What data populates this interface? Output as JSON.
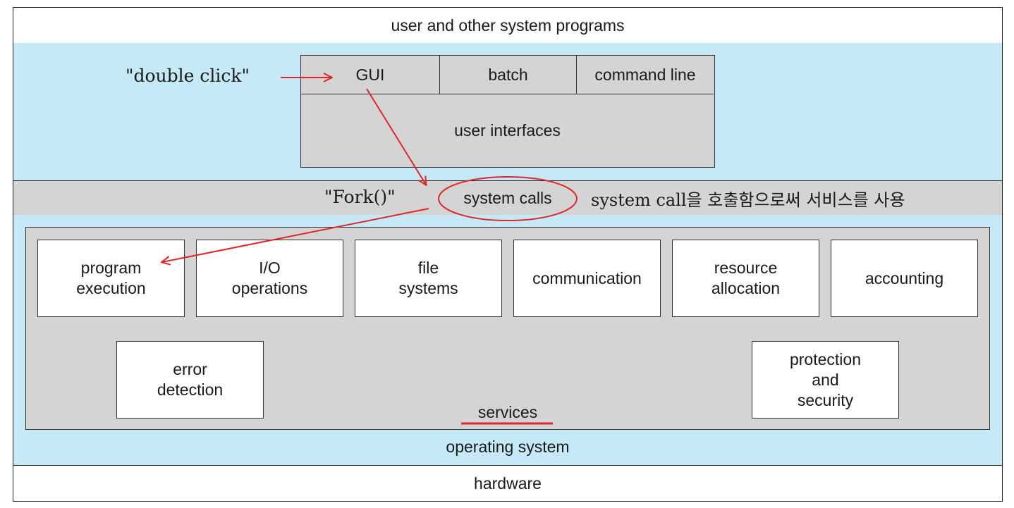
{
  "layers": {
    "user_programs": "user and other system programs",
    "system_calls": "system calls",
    "operating_system": "operating system",
    "hardware": "hardware"
  },
  "user_interfaces": {
    "label": "user interfaces",
    "items": [
      "GUI",
      "batch",
      "command line"
    ]
  },
  "services": {
    "label": "services",
    "row1": [
      "program\nexecution",
      "I/O\noperations",
      "file\nsystems",
      "communication",
      "resource\nallocation",
      "accounting"
    ],
    "row2": [
      "error\ndetection",
      "protection\nand\nsecurity"
    ]
  },
  "annotations": {
    "double_click": "\"double click\"",
    "fork": "\"Fork()\"",
    "korean_note": "system call을 호출함으로써 서비스를 사용"
  },
  "colors": {
    "os_fill": "#c6e9f8",
    "gray_fill": "#d4d4d4",
    "box_fill": "#ffffff",
    "annotation": "#e0262b"
  }
}
